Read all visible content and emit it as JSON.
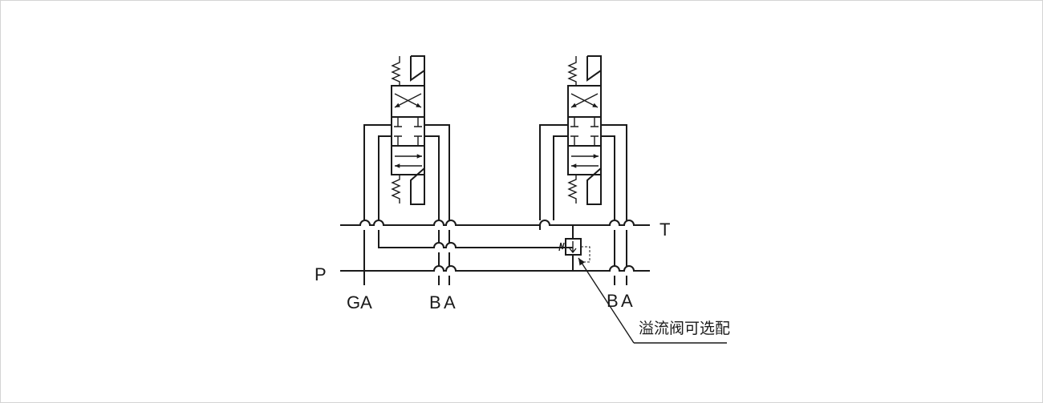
{
  "diagram": {
    "port_labels": {
      "pressure": "P",
      "tank": "T",
      "left_gauge": "GA",
      "left_b": "B",
      "left_a": "A",
      "right_b": "B",
      "right_a": "A"
    },
    "callout": {
      "text": "溢流阀可选配"
    },
    "components": [
      {
        "name": "directional-valve",
        "count": 2,
        "positions": 3,
        "actuation": "spring-centered"
      },
      {
        "name": "relief-valve",
        "optional": true
      }
    ]
  }
}
